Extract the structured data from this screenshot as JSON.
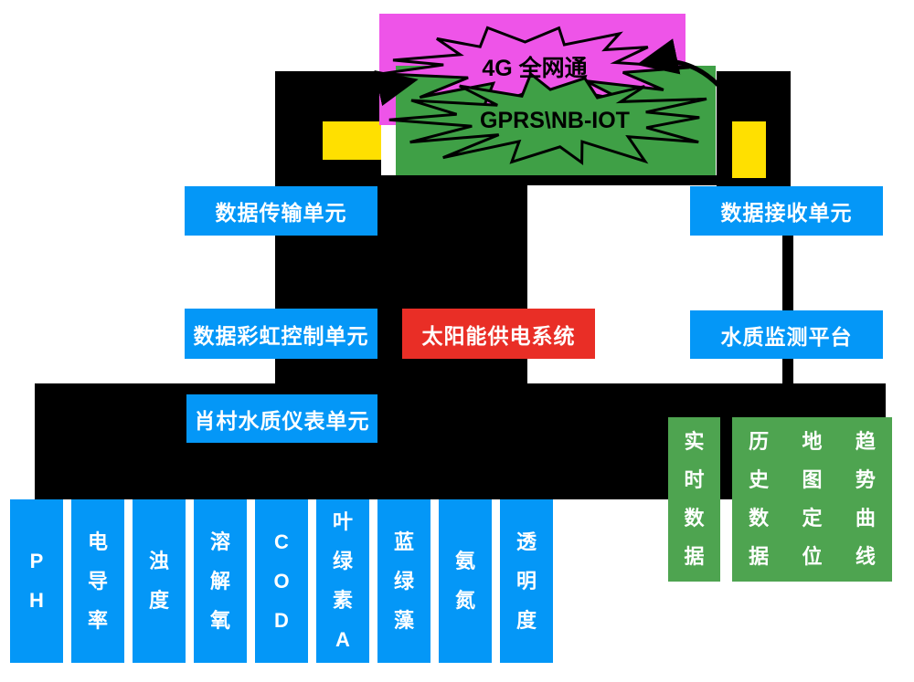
{
  "clouds": {
    "cloud_4g_label": "4G 全网通",
    "cloud_gprs_label": "GPRS\\NB-IOT"
  },
  "boxes": {
    "transmit_unit": "数据传输单元",
    "receive_unit": "数据接收单元",
    "control_unit": "数据彩虹控制单元",
    "solar_system": "太阳能供电系统",
    "monitor_platform": "水质监测平台",
    "meter_unit": "肖村水质仪表单元"
  },
  "sensors": [
    "PH",
    "电导率",
    "浊度",
    "溶解氧",
    "COD",
    "叶绿素A",
    "蓝绿藻",
    "氨氮",
    "透明度"
  ],
  "platform_features": [
    "实时数据",
    "历史数据",
    "地图定位",
    "趋势曲线"
  ],
  "colors": {
    "blue": "#0497F7",
    "red": "#E92E26",
    "pink": "#EE54E8",
    "green_cloud": "#3FA046",
    "green_panel": "#4EA450",
    "yellow": "#FFE000",
    "line": "#000000"
  }
}
